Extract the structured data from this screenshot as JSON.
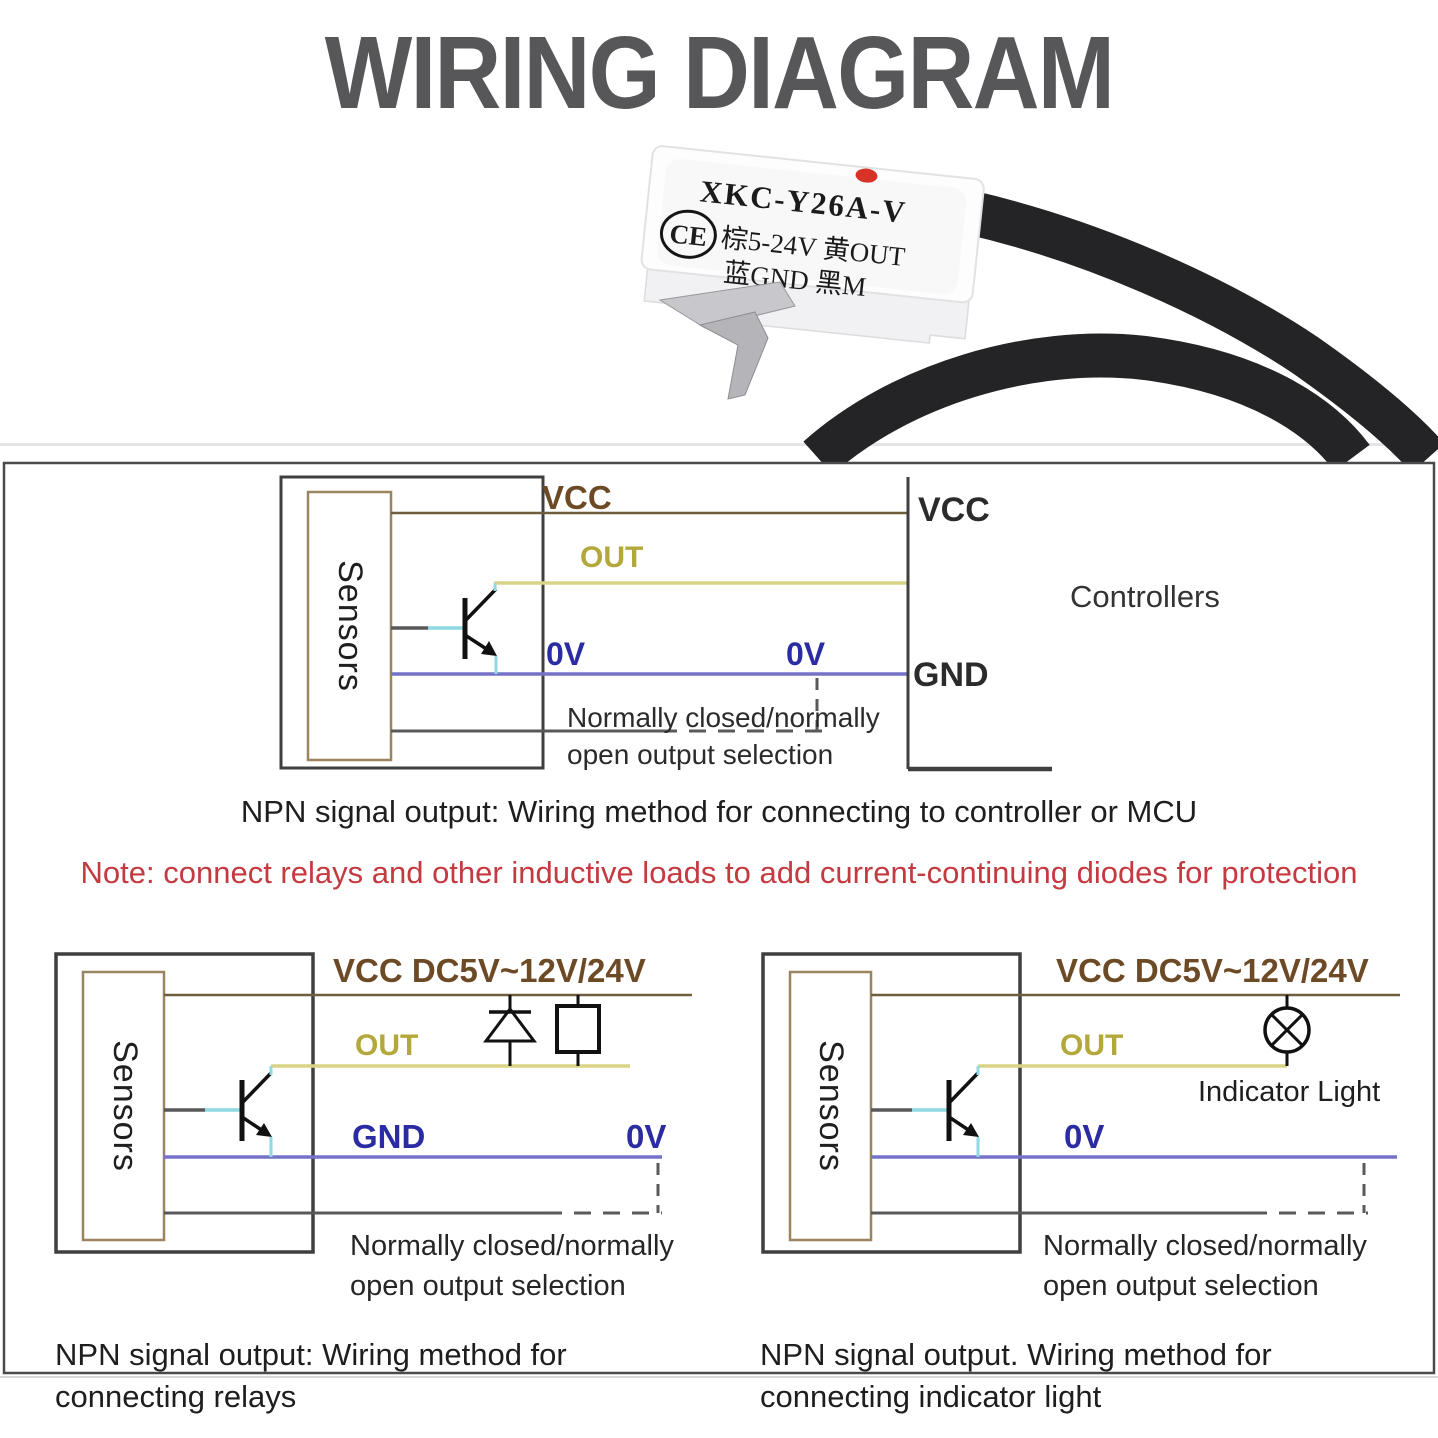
{
  "title": "WIRING DIAGRAM",
  "photo": {
    "model": "XKC-Y26A-V",
    "ce_mark": "CE",
    "print_line2": "棕5-24V 黄OUT",
    "print_line3": "蓝GND  黑M"
  },
  "note": "Note: connect relays and other inductive loads to add current-continuing diodes for protection",
  "diagram_top": {
    "sensor_label": "Sensors",
    "vcc_label": "VCC",
    "out_label": "OUT",
    "ov_label_left": "0V",
    "ov_label_right": "0V",
    "controller_vcc_label": "VCC",
    "controller_gnd_label": "GND",
    "controller_label": "Controllers",
    "selection_line1": "Normally closed/normally",
    "selection_line2": "open output selection",
    "caption": "NPN signal output: Wiring method for connecting to controller or MCU"
  },
  "diagram_relay": {
    "sensor_label": "Sensors",
    "vcc_label": "VCC DC5V~12V/24V",
    "out_label": "OUT",
    "gnd_label": "GND",
    "ov_label": "0V",
    "selection_line1": "Normally closed/normally",
    "selection_line2": "open output selection",
    "caption_line1": "NPN signal output: Wiring method for",
    "caption_line2": "connecting relays"
  },
  "diagram_indicator": {
    "sensor_label": "Sensors",
    "vcc_label": "VCC DC5V~12V/24V",
    "out_label": "OUT",
    "ov_label": "0V",
    "indicator_label": "Indicator Light",
    "selection_line1": "Normally closed/normally",
    "selection_line2": "open output selection",
    "caption_line1": "NPN signal output. Wiring method for",
    "caption_line2": "connecting indicator light"
  },
  "colors": {
    "title": "#57575a",
    "note_red": "#c43a40",
    "brown_label": "#6d4a26",
    "wire_vcc": "#6f5d3f",
    "olive_label": "#b3a83b",
    "wire_out": "#d9d386",
    "blue_label": "#2b2ba3",
    "wire_zero_v": "#7473c9",
    "wire_cyan": "#8ed9e4",
    "box_border": "#4a4a4c",
    "sensor_inner_border": "#9b8560",
    "cable_black": "#242427",
    "led_red": "#d93327"
  }
}
